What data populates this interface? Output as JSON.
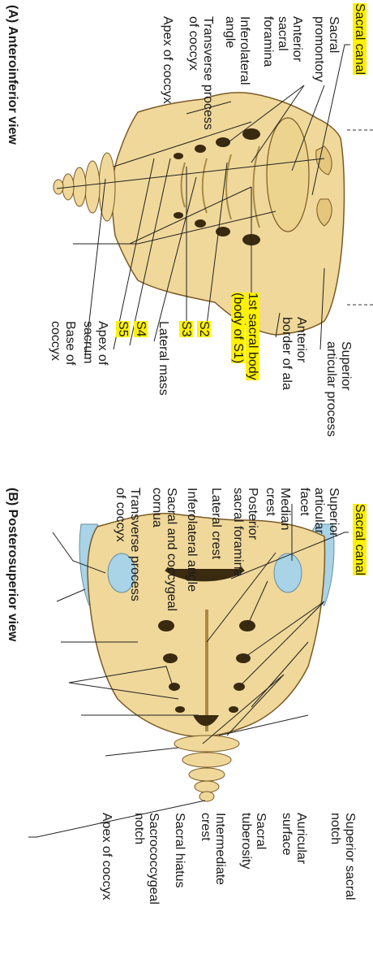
{
  "panel_a": {
    "title": "(A) Anteroinferior view",
    "labels": {
      "sacral_canal": "Sacral canal",
      "sacral_promontory": "Sacral\npromontory",
      "anterior_sacral_foramina": "Anterior\nsacral\nforamina",
      "inferolateral_angle": "Inferolateral\nangle",
      "transverse_process_coccyx": "Transverse process\nof coccyx",
      "apex_of_coccyx": "Apex of coccyx",
      "superior_articular_process": "Superior\narticular process",
      "anterior_border_of_ala": "Anterior\nborder of ala",
      "first_sacral_body": "1st sacral body\n(body of S1)",
      "s2": "S2",
      "s3": "S3",
      "lateral_mass": "Lateral mass",
      "s4": "S4",
      "s5": "S5",
      "apex_of_sacrum": "Apex of\nsacrum",
      "base_of_coccyx": "Base of\ncoccyx"
    }
  },
  "panel_b": {
    "title": "(B) Posterosuperior view",
    "labels": {
      "sacral_canal": "Sacral canal",
      "superior_articular_facet": "Superior\narticular\nfacet",
      "median_crest": "Median\ncrest",
      "posterior_sacral_foramina": "Posterior\nsacral foramina",
      "lateral_crest": "Lateral crest",
      "inferolateral_angle": "Inferolateral angle",
      "sacral_coccygeal_cornua": "Sacral and coccygeal\ncornua",
      "transverse_process_coccyx": "Transverse process\nof coccyx",
      "superior_sacral_notch": "Superior sacral\nnotch",
      "auricular_surface": "Auricular\nsurface",
      "sacral_tuberosity": "Sacral\ntuberosity",
      "intermediate_crest": "Intermediate\ncrest",
      "sacral_hiatus": "Sacral hiatus",
      "sacrococcygeal_notch": "Sacrococcygeal\nnotch",
      "apex_of_coccyx": "Apex of coccyx"
    }
  },
  "colors": {
    "bone": "#f0d89a",
    "bone_shadow": "#c9a95a",
    "bone_outline": "#7a5a26",
    "cartilage": "#a9d3e6",
    "highlight": "#fff200"
  }
}
